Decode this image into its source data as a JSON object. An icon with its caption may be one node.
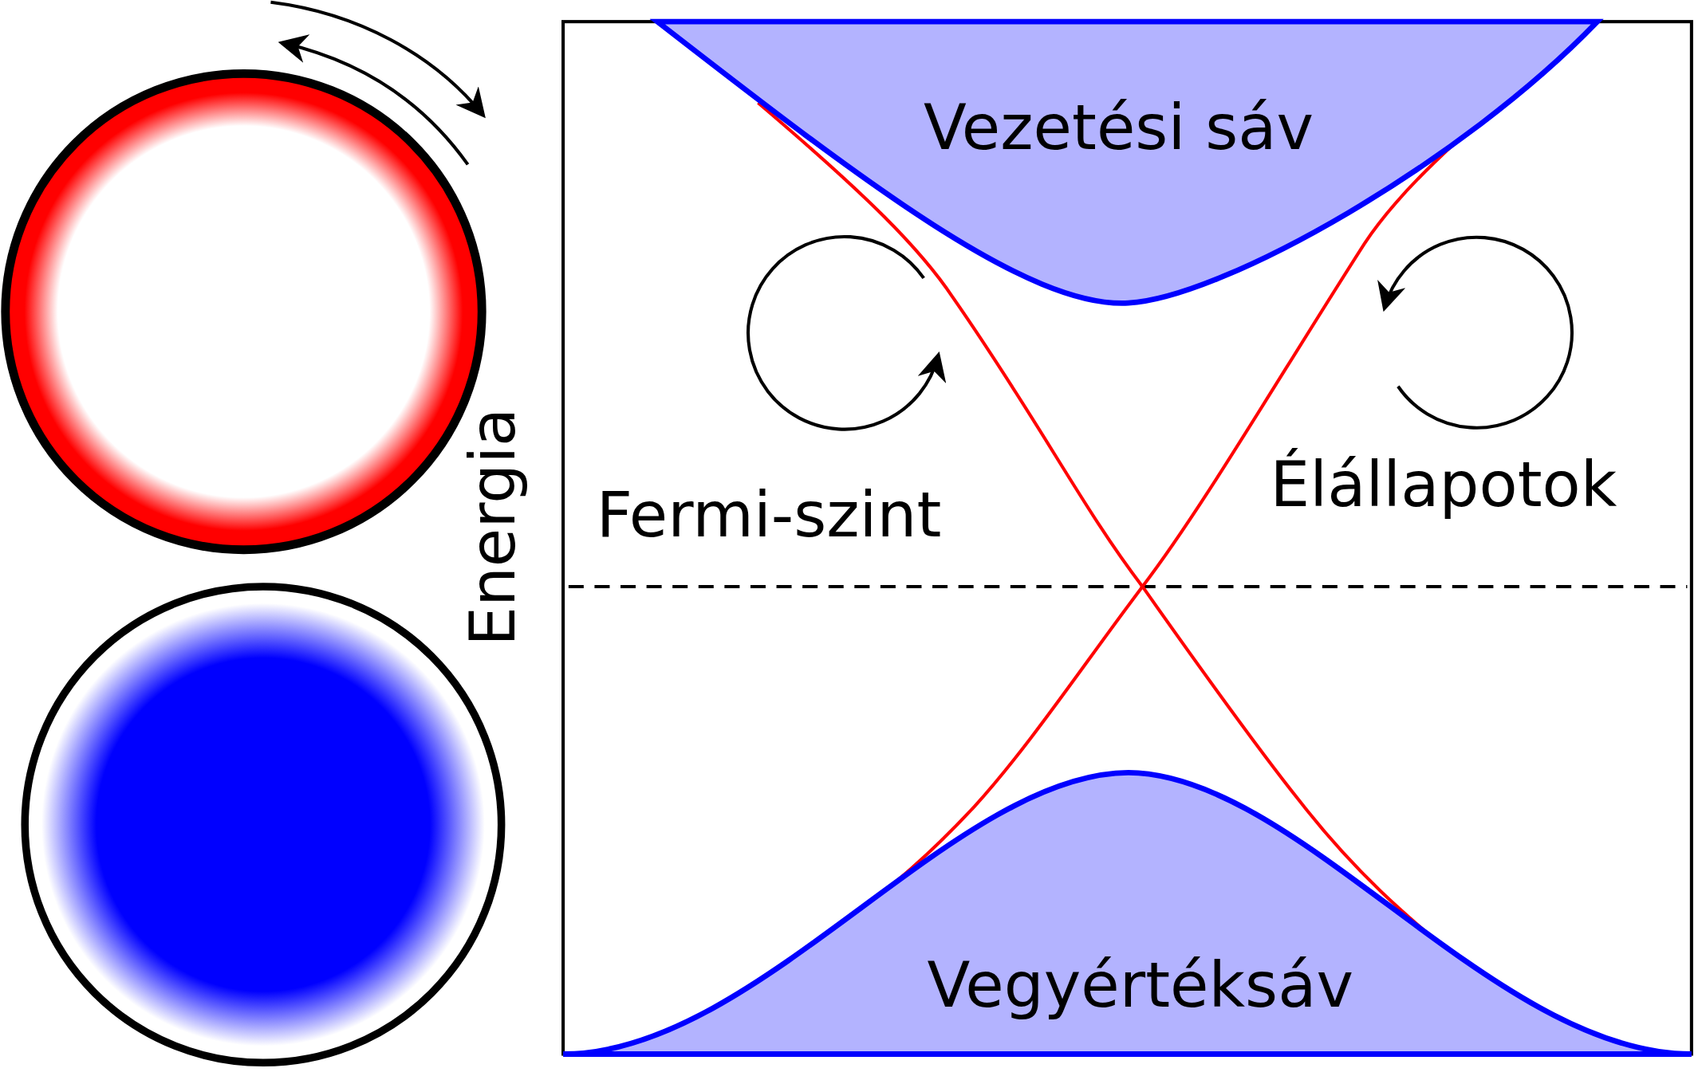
{
  "diagram": {
    "nodes": [
      {
        "text": [
          "Vezetési sáv"
        ]
      },
      {
        "text": [
          "Vegyértéksáv"
        ]
      }
    ],
    "edges": [
      {
        "from": 0,
        "to": 1,
        "arrow": "none"
      },
      {
        "from": 0,
        "to": 1,
        "arrow": "none"
      }
    ],
    "labels": [
      "Energia",
      "Fermi-szint",
      "Élállapotok"
    ]
  }
}
